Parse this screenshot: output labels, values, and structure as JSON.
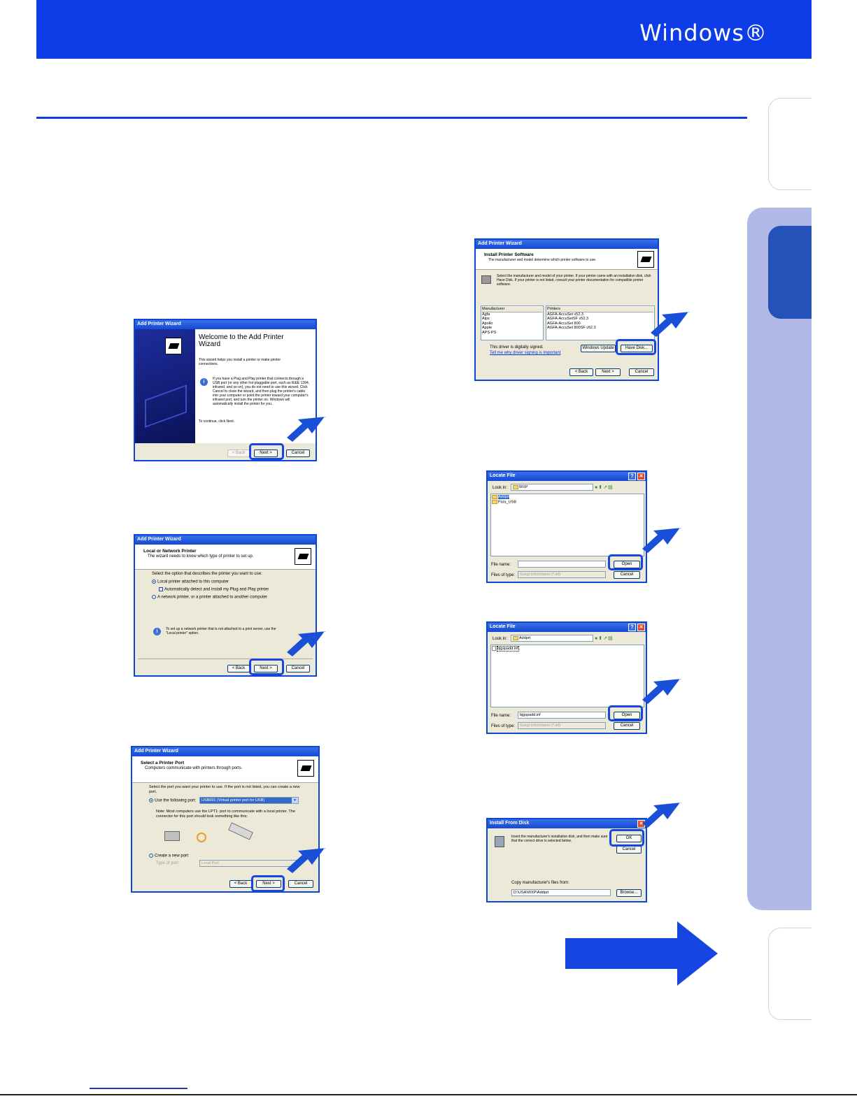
{
  "header": {
    "title": "Windows®"
  },
  "dialogs": {
    "welcome": {
      "title": "Add Printer Wizard",
      "heading": "Welcome to the Add Printer Wizard",
      "intro": "This wizard helps you install a printer or make printer connections.",
      "info": "If you have a Plug and Play printer that connects through a USB port (or any other hot pluggable port, such as IEEE 1394, infrared, and so on), you do not need to use this wizard. Click Cancel to close the wizard, and then plug the printer's cable into your computer or point the printer toward your computer's infrared port, and turn the printer on. Windows will automatically install the printer for you.",
      "continue": "To continue, click Next.",
      "back": "< Back",
      "next": "Next >",
      "cancel": "Cancel"
    },
    "local": {
      "title": "Add Printer Wizard",
      "h1": "Local or Network Printer",
      "h2": "The wizard needs to know which type of printer to set up.",
      "prompt": "Select the option that describes the printer you want to use:",
      "opt1": "Local printer attached to this computer",
      "opt1a": "Automatically detect and install my Plug and Play printer",
      "opt2": "A network printer, or a printer attached to another computer",
      "info": "To set up a network printer that is not attached to a print server, use the \"Local printer\" option.",
      "back": "< Back",
      "next": "Next >",
      "cancel": "Cancel"
    },
    "port": {
      "title": "Add Printer Wizard",
      "h1": "Select a Printer Port",
      "h2": "Computers communicate with printers through ports.",
      "prompt": "Select the port you want your printer to use. If the port is not listed, you can create a new port.",
      "use": "Use the following port:",
      "port_value": "USB001 (Virtual printer port for USB)",
      "note": "Note: Most computers use the LPT1: port to communicate with a local printer. The connector for this port should look something like this:",
      "create": "Create a new port:",
      "type_label": "Type of port:",
      "type_value": "Local Port",
      "back": "< Back",
      "next": "Next >",
      "cancel": "Cancel"
    },
    "software": {
      "title": "Add Printer Wizard",
      "h1": "Install Printer Software",
      "h2": "The manufacturer and model determine which printer software to use.",
      "prompt": "Select the manufacturer and model of your printer. If your printer came with an installation disk, click Have Disk. If your printer is not listed, consult your printer documentation for compatible printer software.",
      "manufacturer_header": "Manufacturer",
      "manufacturers": [
        "Agfa",
        "Alps",
        "Apollo",
        "Apple",
        "APS-PS"
      ],
      "printers_header": "Printers",
      "printers": [
        "AGFA-AccuSet v52.3",
        "AGFA-AccuSetSF v52.3",
        "AGFA-AccuSet 800",
        "AGFA-AccuSet 800SF v52.3"
      ],
      "signed": "This driver is digitally signed.",
      "signing_link": "Tell me why driver signing is important",
      "windows_update": "Windows Update",
      "have_disk": "Have Disk...",
      "back": "< Back",
      "next": "Next >",
      "cancel": "Cancel"
    },
    "locate1": {
      "title": "Locate File",
      "lookin_label": "Look in:",
      "lookin_value": "WXP",
      "files": [
        "Addprt",
        "Para_USB"
      ],
      "filename_label": "File name:",
      "filename_value": "",
      "filetype_label": "Files of type:",
      "filetype_value": "Setup Information (*.inf)",
      "open": "Open",
      "cancel": "Cancel"
    },
    "locate2": {
      "title": "Locate File",
      "lookin_label": "Look in:",
      "lookin_value": "Addprt",
      "files": [
        "bjgspadd.inf"
      ],
      "filename_label": "File name:",
      "filename_value": "bjgspadd.inf",
      "filetype_label": "Files of type:",
      "filetype_value": "Setup Information (*.inf)",
      "open": "Open",
      "cancel": "Cancel"
    },
    "disk": {
      "title": "Install From Disk",
      "message": "Insert the manufacturer's installation disk, and then make sure that the correct drive is selected below.",
      "ok": "OK",
      "cancel": "Cancel",
      "copy_label": "Copy manufacturer's files from:",
      "path": "D:\\USA\\WXP\\Addprt",
      "browse": "Browse..."
    }
  }
}
